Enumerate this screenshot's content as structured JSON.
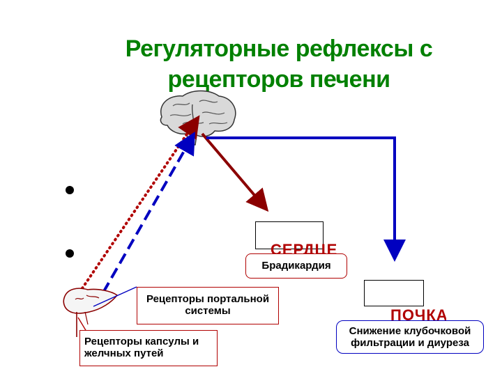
{
  "title": {
    "line1": "Регуляторные рефлексы с",
    "line2": "рецепторов печени"
  },
  "targets": {
    "heart": {
      "label": "СЕРДЦЕ",
      "effect": "Брадикардия"
    },
    "kidney": {
      "label": "ПОЧКА",
      "effect": "Снижение клубочковой фильтрации и диуреза"
    }
  },
  "receptors": {
    "portal": "Рецепторы портальной системы",
    "capsule": "Рецепторы капсулы и желчных путей"
  },
  "colors": {
    "title": "#008000",
    "efferent_heart": "#8b0000",
    "efferent_kidney": "#0000c0",
    "afferent_dotted": "#b00000",
    "afferent_dashed": "#0000c0"
  },
  "icons": {
    "brain": "brain-icon",
    "liver": "liver-icon"
  }
}
